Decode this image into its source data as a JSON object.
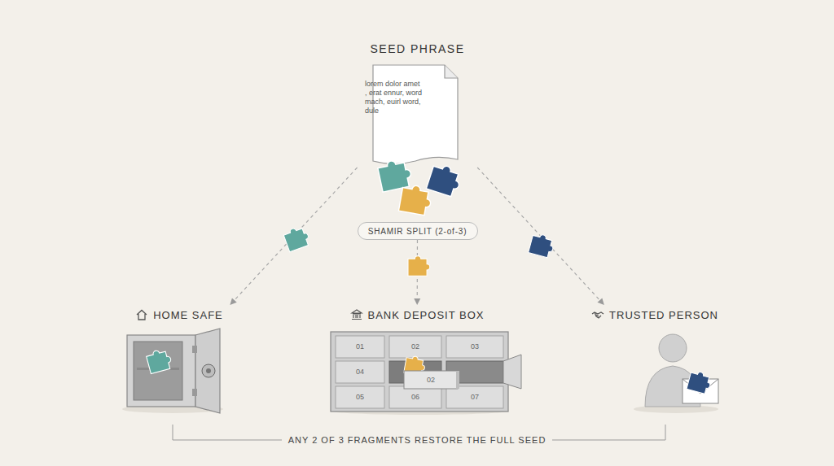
{
  "diagram": {
    "caption": "ANY 2 OF 3 FRAGMENTS RESTORE THE FULL SEED",
    "nodes": [
      {
        "text": [
          "SEED PHRASE",
          "lorem dolor amet , erat ennur, word mach, euirl word, dule"
        ]
      },
      {
        "text": [
          "SHAMIR SPLIT (2-of-3)"
        ]
      },
      {
        "text": [
          "HOME SAFE"
        ]
      },
      {
        "text": [
          "BANK DEPOSIT BOX"
        ]
      },
      {
        "text": [
          "TRUSTED PERSON"
        ]
      }
    ],
    "edges": [
      {
        "from": 0,
        "to": 2,
        "arrow": "to"
      },
      {
        "from": 1,
        "to": 3,
        "arrow": "to"
      },
      {
        "from": 0,
        "to": 4,
        "arrow": "to"
      }
    ],
    "labels": [
      "01",
      "02",
      "03",
      "04",
      "02",
      "05",
      "06",
      "07"
    ]
  }
}
